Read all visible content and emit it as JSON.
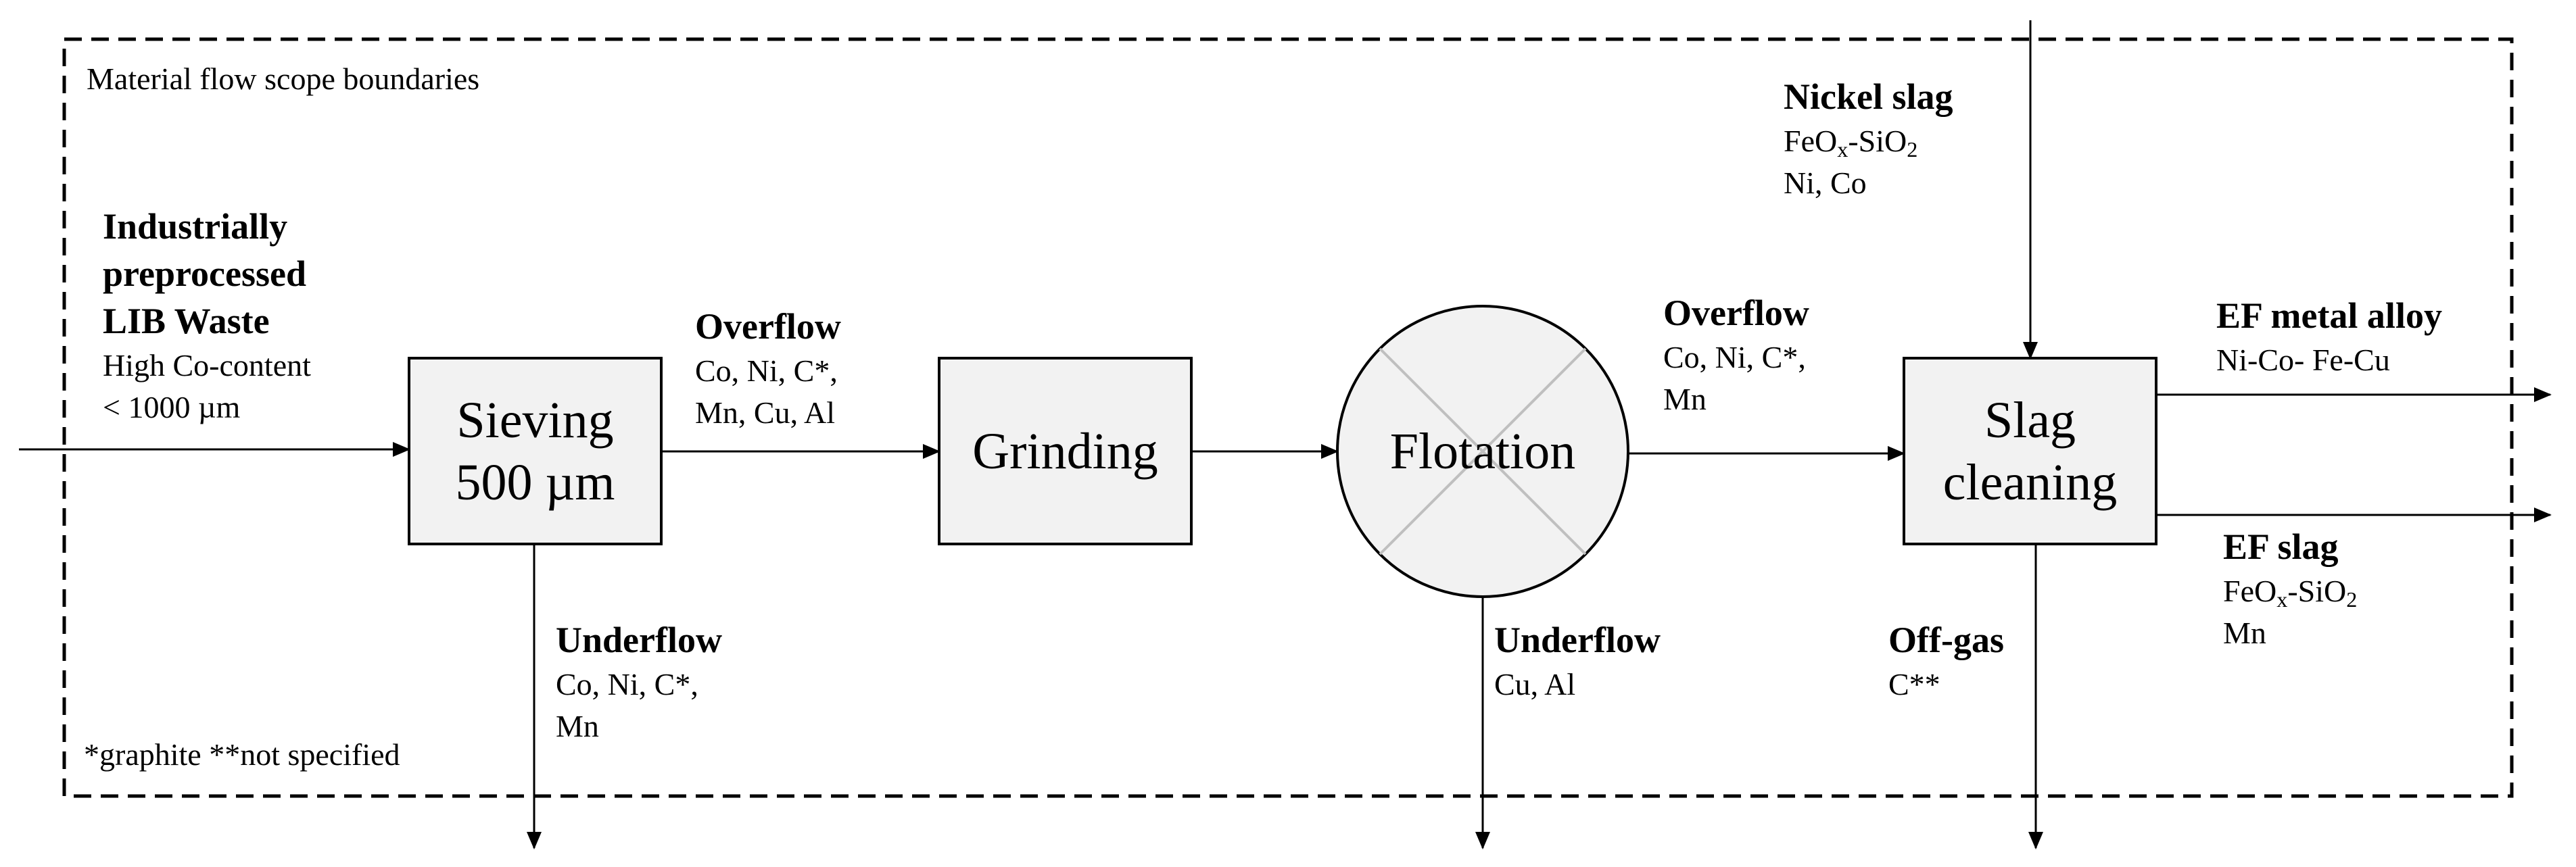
{
  "boundary": {
    "label": "Material flow scope boundaries"
  },
  "footnote": "*graphite **not specified",
  "input": {
    "title_lines": [
      "Industrially",
      "preprocessed",
      "LIB Waste"
    ],
    "lines": [
      "High Co-content",
      "< 1000 µm"
    ]
  },
  "processes": {
    "sieving": [
      "Sieving",
      "500 µm"
    ],
    "grinding": "Grinding",
    "flotation": "Flotation",
    "slag_cleaning": [
      "Slag",
      "cleaning"
    ]
  },
  "streams": {
    "sieve_overflow": {
      "title": "Overflow",
      "lines": [
        "Co, Ni, C*,",
        "Mn, Cu, Al"
      ]
    },
    "sieve_underflow": {
      "title": "Underflow",
      "lines": [
        "Co, Ni, C*,",
        "Mn"
      ]
    },
    "flot_overflow": {
      "title": "Overflow",
      "lines": [
        "Co, Ni, C*,",
        "Mn"
      ]
    },
    "flot_underflow": {
      "title": "Underflow",
      "lines": [
        "Cu, Al"
      ]
    },
    "nickel_slag": {
      "title": "Nickel slag",
      "formula": [
        "FeO",
        "x",
        "-SiO",
        "2"
      ],
      "lines": [
        "Ni, Co"
      ]
    },
    "ef_alloy": {
      "title": "EF metal alloy",
      "lines": [
        "Ni-Co- Fe-Cu"
      ]
    },
    "ef_slag": {
      "title": "EF slag",
      "formula": [
        "FeO",
        "x",
        "-SiO",
        "2"
      ],
      "lines": [
        "Mn"
      ]
    },
    "offgas": {
      "title": "Off-gas",
      "lines": [
        "C**"
      ]
    }
  },
  "colors": {
    "box_fill": "#f2f2f2",
    "line": "#000000",
    "cross": "#bfbfbf"
  }
}
